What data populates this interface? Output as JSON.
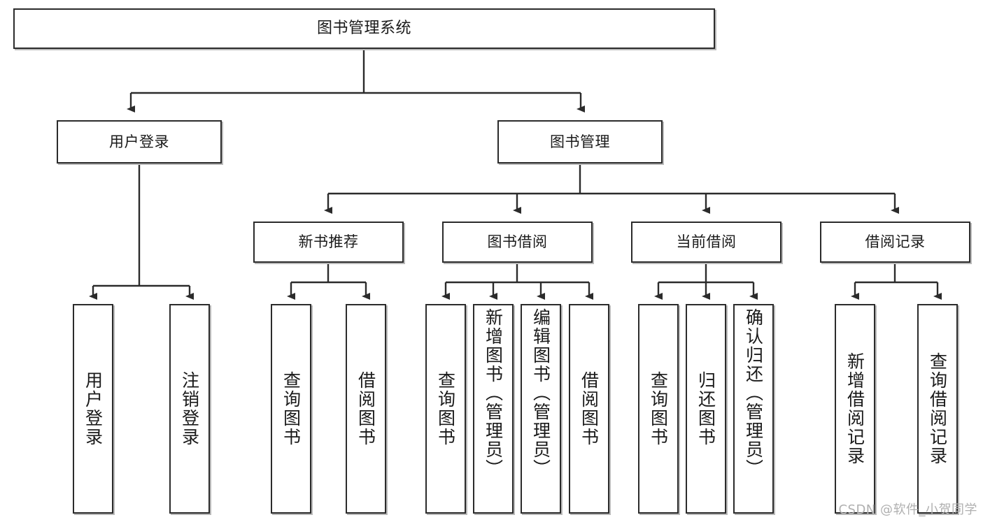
{
  "diagram": {
    "title": "图书管理系统",
    "watermark": "CSDN @软件_小贺同学",
    "root": {
      "label": "图书管理系统"
    },
    "level2": [
      {
        "label": "用户登录"
      },
      {
        "label": "图书管理"
      }
    ],
    "level3": [
      {
        "label": "新书推荐"
      },
      {
        "label": "图书借阅"
      },
      {
        "label": "当前借阅"
      },
      {
        "label": "借阅记录"
      }
    ],
    "leaves": {
      "user_login": [
        {
          "label": "用户登录"
        },
        {
          "label": "注销登录"
        }
      ],
      "new_book": [
        {
          "label": "查询图书"
        },
        {
          "label": "借阅图书"
        }
      ],
      "borrow_book": [
        {
          "label": "查询图书"
        },
        {
          "label": "新增图书（管理员）"
        },
        {
          "label": "编辑图书（管理员）"
        },
        {
          "label": "借阅图书"
        }
      ],
      "current_borrow": [
        {
          "label": "查询图书"
        },
        {
          "label": "归还图书"
        },
        {
          "label": "确认归还（管理员）"
        }
      ],
      "borrow_record": [
        {
          "label": "新增借阅记录"
        },
        {
          "label": "查询借阅记录"
        }
      ]
    },
    "colors": {
      "border": "#2b2b2b",
      "background": "#ffffff",
      "text": "#1a1a1a",
      "watermark": "#b0b0b0",
      "connector": "#2b2b2b"
    }
  }
}
